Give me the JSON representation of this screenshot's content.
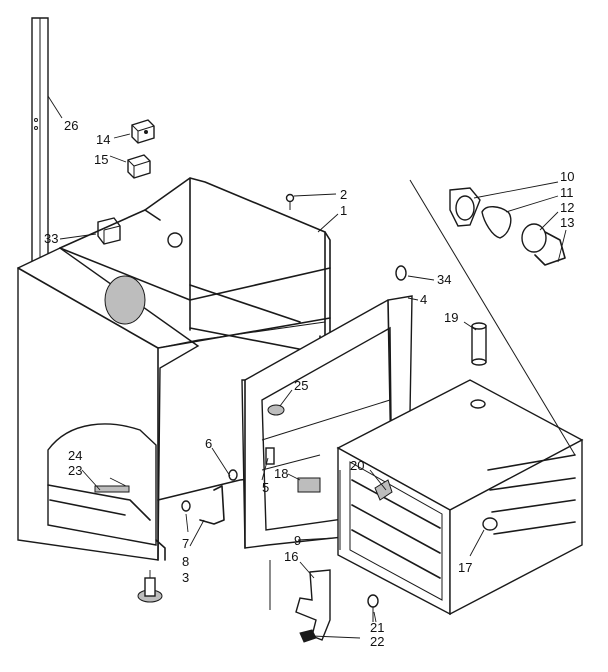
{
  "labels": {
    "l26": "26",
    "l14": "14",
    "l15": "15",
    "l33": "33",
    "l2": "2",
    "l1": "1",
    "l10": "10",
    "l11": "11",
    "l12": "12",
    "l13": "13",
    "l34": "34",
    "l4": "4",
    "l19": "19",
    "l25": "25",
    "l6": "6",
    "l5": "5",
    "l18": "18",
    "l24": "24",
    "l23": "23",
    "l20": "20",
    "l7": "7",
    "l8": "8",
    "l3": "3",
    "l9": "9",
    "l16": "16",
    "l17": "17",
    "l21": "21",
    "l22": "22"
  }
}
